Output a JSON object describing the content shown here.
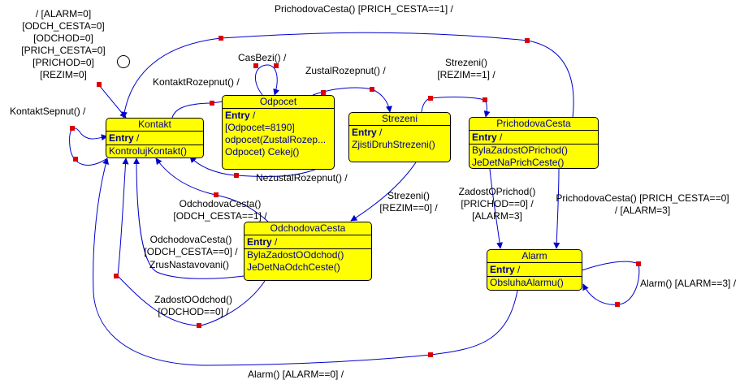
{
  "states": {
    "kontakt": {
      "name": "Kontakt",
      "entry": "Entry",
      "actions": [
        "KontrolujKontakt()"
      ]
    },
    "odpocet": {
      "name": "Odpocet",
      "entry": "Entry",
      "actions": [
        "[Odpocet=8190]",
        "odpocet(ZustalRozep...",
        "Odpocet) Cekej()"
      ]
    },
    "strezeni": {
      "name": "Strezeni",
      "entry": "Entry",
      "actions": [
        "ZjistiDruhStrezeni()"
      ]
    },
    "prichodova": {
      "name": "PrichodovaCesta",
      "entry": "Entry",
      "actions": [
        "BylaZadostOPrichod()",
        "JeDetNaPrichCeste()"
      ]
    },
    "odchodova": {
      "name": "OdchodovaCesta",
      "entry": "Entry",
      "actions": [
        "BylaZadostOOdchod()",
        "JeDetNaOdchCeste()"
      ]
    },
    "alarm": {
      "name": "Alarm",
      "entry": "Entry",
      "actions": [
        "ObsluhaAlarmu()"
      ]
    }
  },
  "transitions": {
    "initial": "/ [ALARM=0]\n[ODCH_CESTA=0]\n[ODCHOD=0]\n[PRICH_CESTA=0]\n[PRICHOD=0]\n[REZIM=0]",
    "prichodova_top": "PrichodovaCesta() [PRICH_CESTA==1] /",
    "kontakt_sepnut": "KontaktSepnut() /",
    "kontakt_rozepnut": "KontaktRozepnut() /",
    "cas_bezi": "CasBezi() /",
    "zustal_rozepnut": "ZustalRozepnut() /",
    "strezeni_rezim1": "Strezeni()\n[REZIM==1] /",
    "nezustal_rozepnut": "NezustalRozepnut() /",
    "odchodova_1": "OdchodovaCesta()\n[ODCH_CESTA==1] /",
    "strezeni_rezim0": "Strezeni()\n[REZIM==0] /",
    "zadost_prichod": "ZadostOPrichod()\n[PRICHOD==0] /\n[ALARM=3]",
    "prichodova_0": "PrichodovaCesta() [PRICH_CESTA==0]\n/ [ALARM=3]",
    "odchodova_0": "OdchodovaCesta()\n[ODCH_CESTA==0] /",
    "zrus_nastavovani": "ZrusNastavovani()",
    "alarm_3": "Alarm() [ALARM==3] /",
    "zadost_odchod": "ZadostOOdchod()\n[ODCHOD==0] /",
    "alarm_0": "Alarm() [ALARM==0] /"
  },
  "colors": {
    "state_fill": "#ffff00",
    "text": "#00008b",
    "edge": "#0000cc",
    "handle": "#dd0000"
  }
}
